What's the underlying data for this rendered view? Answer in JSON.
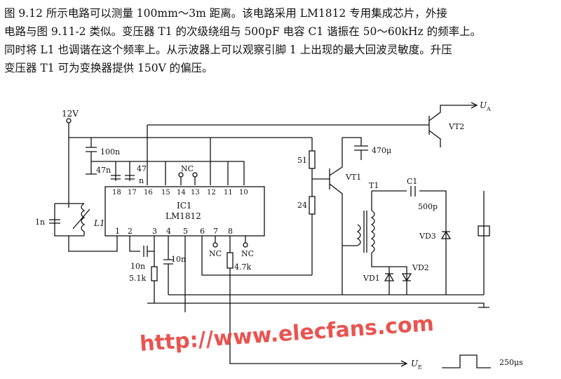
{
  "paragraph": [
    "图 9.12 所示电路可以测量 100mm～3m 距离。该电路采用 LM1812 专用集成芯片，外接",
    "电路与图 9.11-2 类似。变压器 T1 的次级绕组与 500pF 电容 C1 谐振在 50～60kHz 的频率上。",
    "同时将 L1 也调谐在这个频率上。从示波器上可以观察引脚 1 上出现的最大回波灵敏度。升压",
    "变压器 T1 可为变换器提供 150V 的偏压。"
  ],
  "schematic": {
    "supply": "12V",
    "ua": "U",
    "ua_sub": "A",
    "ue": "U",
    "ue_sub": "E",
    "ic_ref": "IC1",
    "ic_part": "LM1812",
    "top_pins": [
      "18",
      "17",
      "16",
      "15",
      "14",
      "13",
      "12",
      "11",
      "10"
    ],
    "bottom_pins": [
      "1",
      "2",
      "3",
      "4",
      "5",
      "6",
      "7",
      "8"
    ],
    "c100n": "100n",
    "c47n_a": "47n",
    "c47n_b": "47",
    "c47n_b2": "n",
    "nc": "NC",
    "c1n": "1n",
    "l1": "L1",
    "c10n_a": "10n",
    "r5k1": "5.1k",
    "c10n_b": "10n",
    "r4k7": "4.7k",
    "r51": "51",
    "r24": "24",
    "c470": "470μ",
    "vt1": "VT1",
    "vt2": "VT2",
    "t1": "T1",
    "c1": "C1",
    "c500p": "500p",
    "vd1": "VD1",
    "vd2": "VD2",
    "vd3": "VD3",
    "pulse": "250μs"
  },
  "watermark": "http://www.elecfans.com"
}
